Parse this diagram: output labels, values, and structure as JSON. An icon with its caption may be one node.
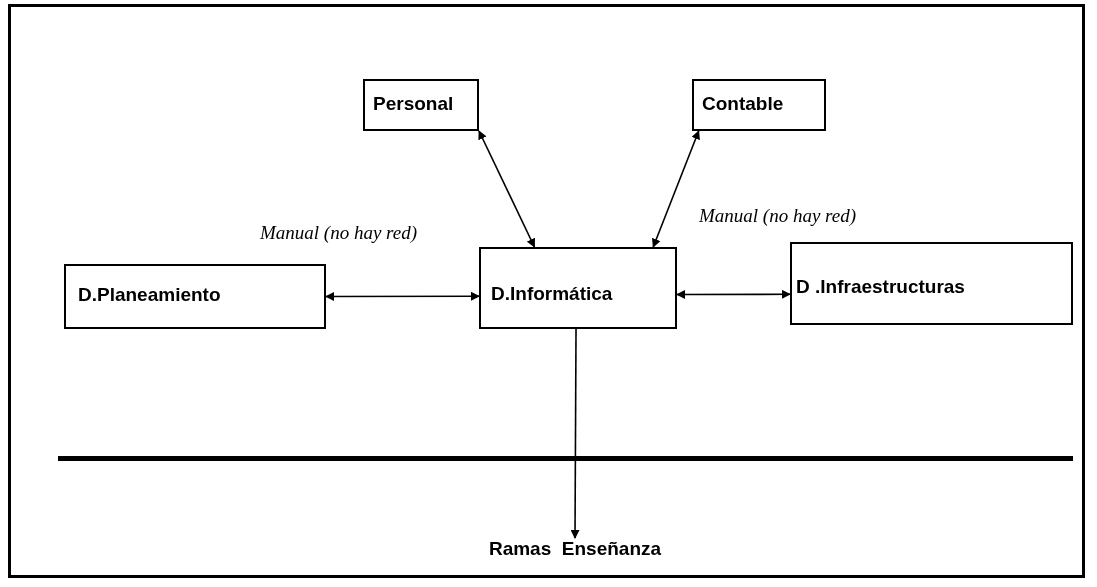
{
  "diagram": {
    "nodes": [
      {
        "text": [
          "Personal"
        ]
      },
      {
        "text": [
          "Contable"
        ]
      },
      {
        "text": [
          "D.Planeamiento"
        ]
      },
      {
        "text": [
          "D.Informática"
        ]
      },
      {
        "text": [
          "D .Infraestructuras"
        ]
      },
      {
        "text": [
          "Ramas  Enseñanza"
        ]
      }
    ],
    "edges": [
      {
        "from": 0,
        "to": 3,
        "arrow": "both"
      },
      {
        "from": 1,
        "to": 3,
        "arrow": "both"
      },
      {
        "from": 2,
        "to": 3,
        "arrow": "both",
        "label": "Manual (no hay red)"
      },
      {
        "from": 3,
        "to": 4,
        "arrow": "both",
        "label": "Manual (no hay red)"
      },
      {
        "from": 3,
        "to": 5,
        "arrow": "to"
      }
    ]
  }
}
